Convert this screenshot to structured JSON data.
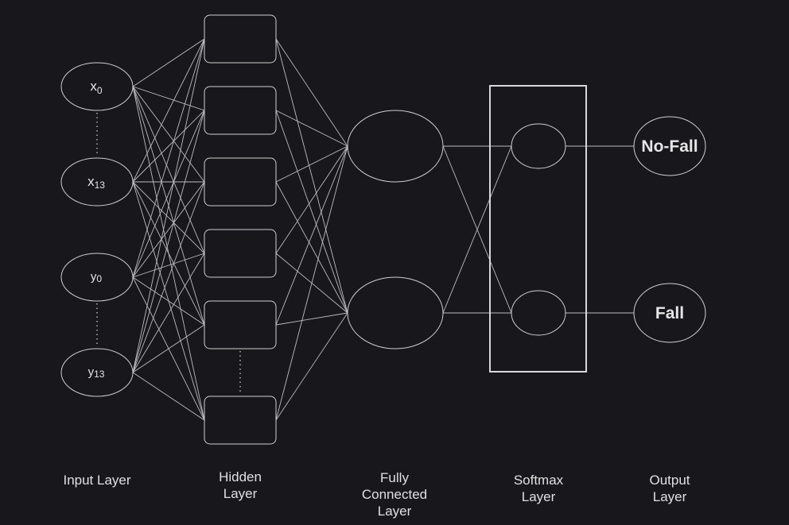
{
  "inputs": {
    "x0": {
      "base": "x",
      "sub": "0"
    },
    "x13": {
      "base": "x",
      "sub": "13"
    },
    "y0": {
      "base": "y",
      "sub": "0"
    },
    "y13": {
      "base": "y",
      "sub": "13"
    }
  },
  "outputs": {
    "no_fall": "No-Fall",
    "fall": "Fall"
  },
  "layer_labels": {
    "input": "Input Layer",
    "hidden": [
      "Hidden",
      "Layer"
    ],
    "fully_connected": [
      "Fully",
      "Connected",
      "Layer"
    ],
    "softmax": [
      "Softmax",
      "Layer"
    ],
    "output": [
      "Output",
      "Layer"
    ]
  },
  "colors": {
    "background": "#18171c",
    "stroke": "#cfcfcf",
    "text": "#e6e6e6"
  }
}
